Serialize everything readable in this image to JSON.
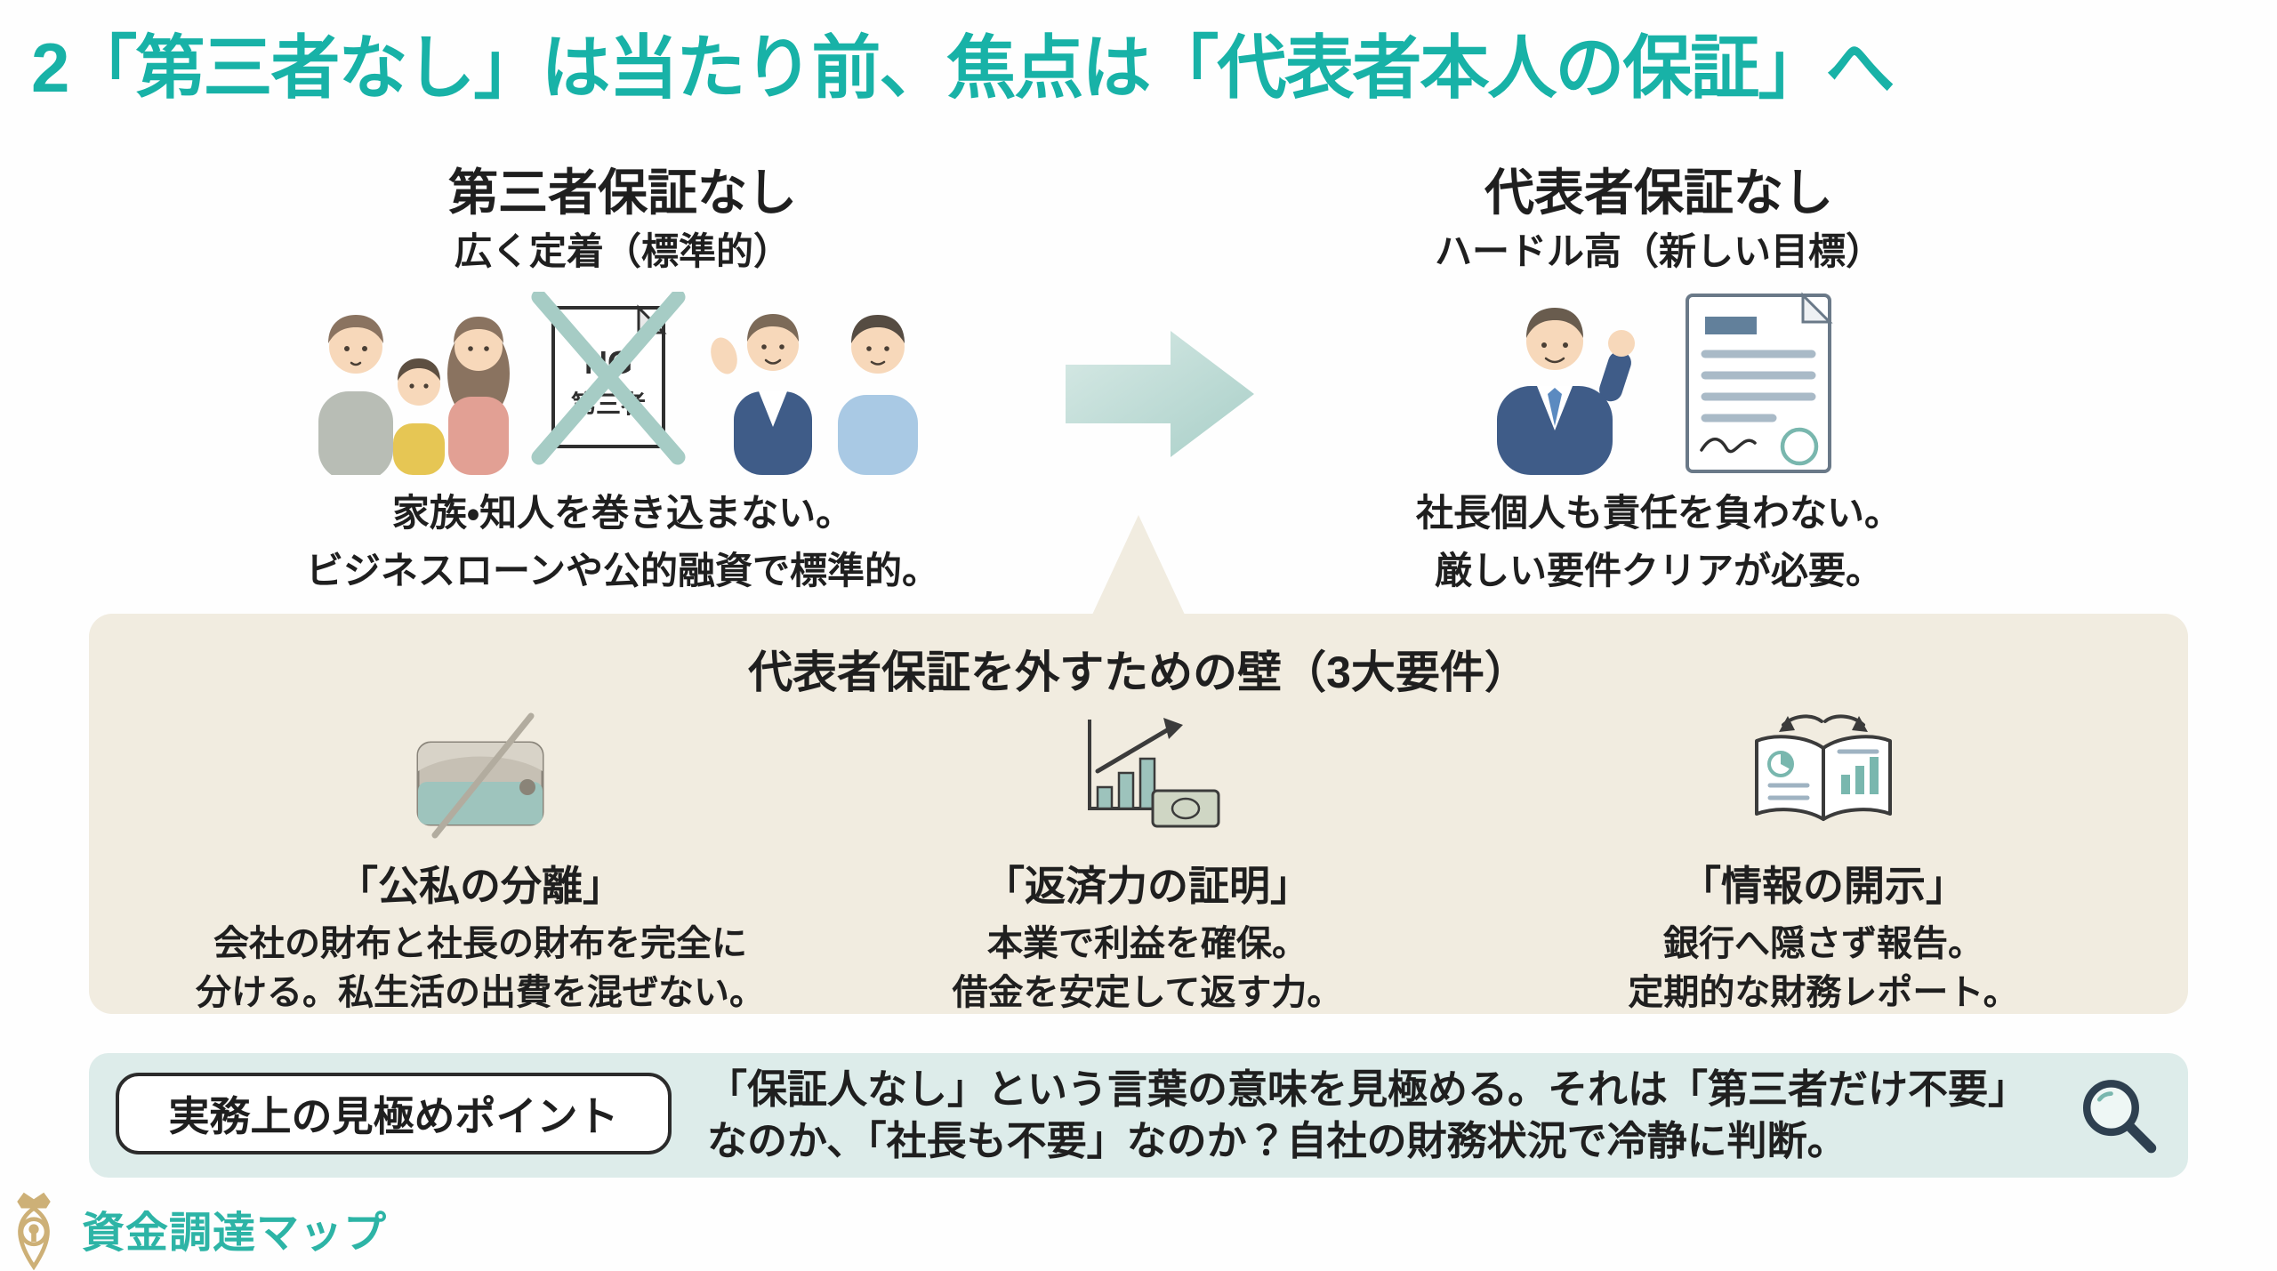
{
  "title": "2「第三者なし」は当たり前、焦点は「代表者本人の保証」へ",
  "left_section": {
    "heading": "第三者保証なし",
    "subheading": "広く定着（標準的）",
    "ng_label": "NG",
    "ng_sublabel": "第三者",
    "caption_line1": "家族・知人を巻き込まない。",
    "caption_line2": "ビジネスローンや公的融資で標準的。"
  },
  "right_section": {
    "heading": "代表者保証なし",
    "subheading": "ハードル高（新しい目標）",
    "caption_line1": "社長個人も責任を負わない。",
    "caption_line2": "厳しい要件クリアが必要。"
  },
  "requirements_panel": {
    "title": "代表者保証を外すための壁（3大要件）",
    "items": [
      {
        "icon": "wallet-icon",
        "heading": "「公私の分離」",
        "caption_line1": "会社の財布と社長の財布を完全に",
        "caption_line2": "分ける。私生活の出費を混ぜない。"
      },
      {
        "icon": "profit-chart-icon",
        "heading": "「返済力の証明」",
        "caption_line1": "本業で利益を確保。",
        "caption_line2": "借金を安定して返す力。"
      },
      {
        "icon": "open-book-icon",
        "heading": "「情報の開示」",
        "caption_line1": "銀行へ隠さず報告。",
        "caption_line2": "定期的な財務レポート。"
      }
    ]
  },
  "bottom_panel": {
    "badge_label": "実務上の見極めポイント",
    "text_line1": "「保証人なし」という言葉の意味を見極める。それは「第三者だけ不要」",
    "text_line2": "なのか、「社長も不要」なのか？自社の財務状況で冷静に判断。"
  },
  "footer": {
    "logo_text": "資金調達マップ"
  },
  "colors": {
    "accent_teal": "#18b2a7",
    "text_dark": "#1f1f1f",
    "panel_beige": "#f1ece0",
    "panel_mint": "#ddecea",
    "cross_teal": "#a6ccc5",
    "arrow_teal_light": "#d8eae6",
    "arrow_teal_dark": "#a9cfc8",
    "logo_gold": "#cdb077"
  }
}
